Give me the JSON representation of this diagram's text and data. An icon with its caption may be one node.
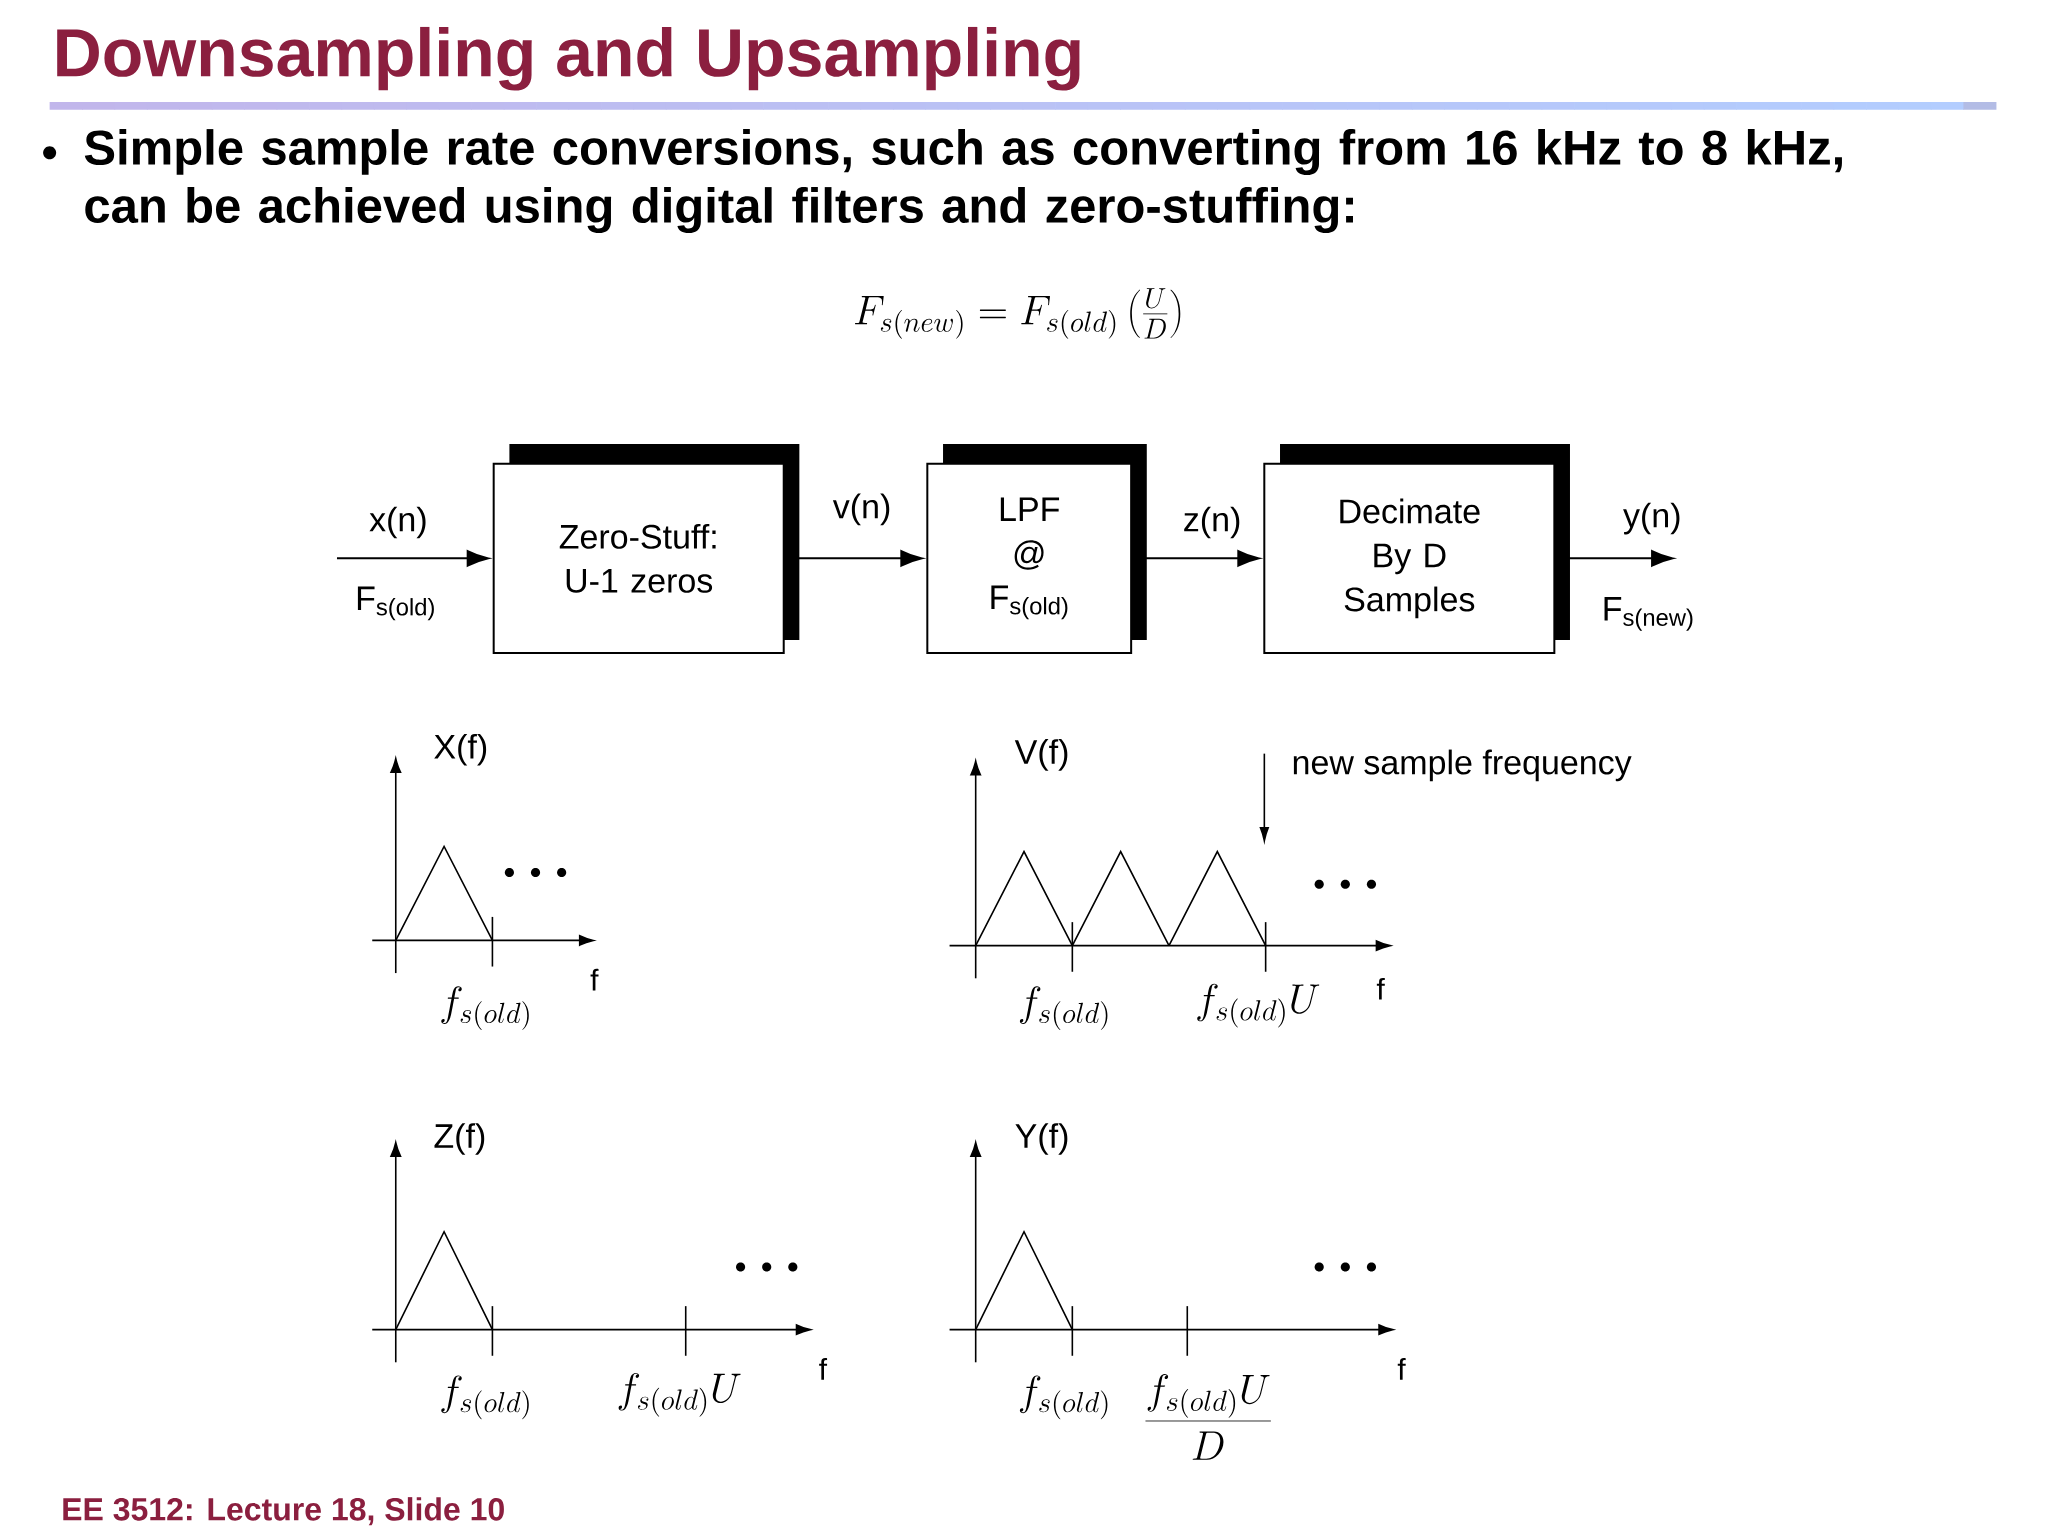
{
  "diagram": {
    "title": "Downsampling and Upsampling",
    "nodes": [
      {
        "text": [
          "Zero-Stuff: U-1 zeros"
        ]
      },
      {
        "text": [
          "LPF @ F$_{s(old)}$"
        ]
      },
      {
        "text": [
          "Decimate By D Samples"
        ]
      }
    ],
    "edges": [
      {
        "from": null,
        "to": 0,
        "arrow": "to",
        "label": "x(n)"
      },
      {
        "from": 0,
        "to": 1,
        "arrow": "to",
        "label": "v(n)"
      },
      {
        "from": 1,
        "to": 2,
        "arrow": "to",
        "label": "z(n)"
      },
      {
        "from": 2,
        "to": null,
        "arrow": "to",
        "label": "y(n)"
      }
    ],
    "labels": [
      "Simple sample rate conversions, such as converting from 16 kHz to 8 kHz, can be achieved using digital filters and zero-stuffing:",
      "F_{s(new)} = F_{s(old)}\\left(\\frac{U}{D}\\right)",
      "F$_{s(old)}$",
      "F$_{s(new)}$",
      "X(f)",
      "V(f)",
      "new sample frequency",
      "f",
      "f_{s(old)}",
      "f",
      "f_{s(old)}",
      "f_{s(old)}U",
      "Z(f)",
      "Y(f)",
      "f",
      "f_{s(old)}",
      "f_{s(old)}U",
      "f",
      "f_{s(old)}",
      "\\frac{f_{s(old)}U}{D}",
      "EE 3512: Lecture 18, Slide 10"
    ]
  }
}
